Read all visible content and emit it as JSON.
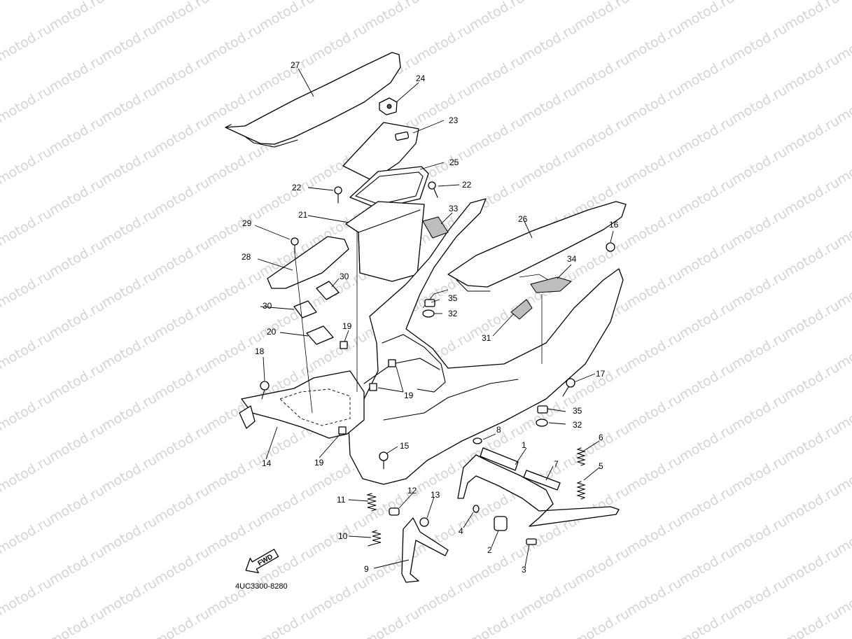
{
  "watermark": {
    "text": "motod.ru"
  },
  "diagram_code": "4UC3300-8280",
  "fwd_label": "FWD",
  "callouts": {
    "c1": "1",
    "c2": "2",
    "c3": "3",
    "c4": "4",
    "c5": "5",
    "c6": "6",
    "c7": "7",
    "c8": "8",
    "c9": "9",
    "c10": "10",
    "c11": "11",
    "c12": "12",
    "c13": "13",
    "c14": "14",
    "c15": "15",
    "c16": "16",
    "c17": "17",
    "c18": "18",
    "c19a": "19",
    "c19b": "19",
    "c19c": "19",
    "c20": "20",
    "c21": "21",
    "c22a": "22",
    "c22b": "22",
    "c23": "23",
    "c24": "24",
    "c25": "25",
    "c26": "26",
    "c27": "27",
    "c28": "28",
    "c29": "29",
    "c30a": "30",
    "c30b": "30",
    "c31": "31",
    "c32a": "32",
    "c32b": "32",
    "c33": "33",
    "c34": "34",
    "c35a": "35",
    "c35b": "35"
  }
}
